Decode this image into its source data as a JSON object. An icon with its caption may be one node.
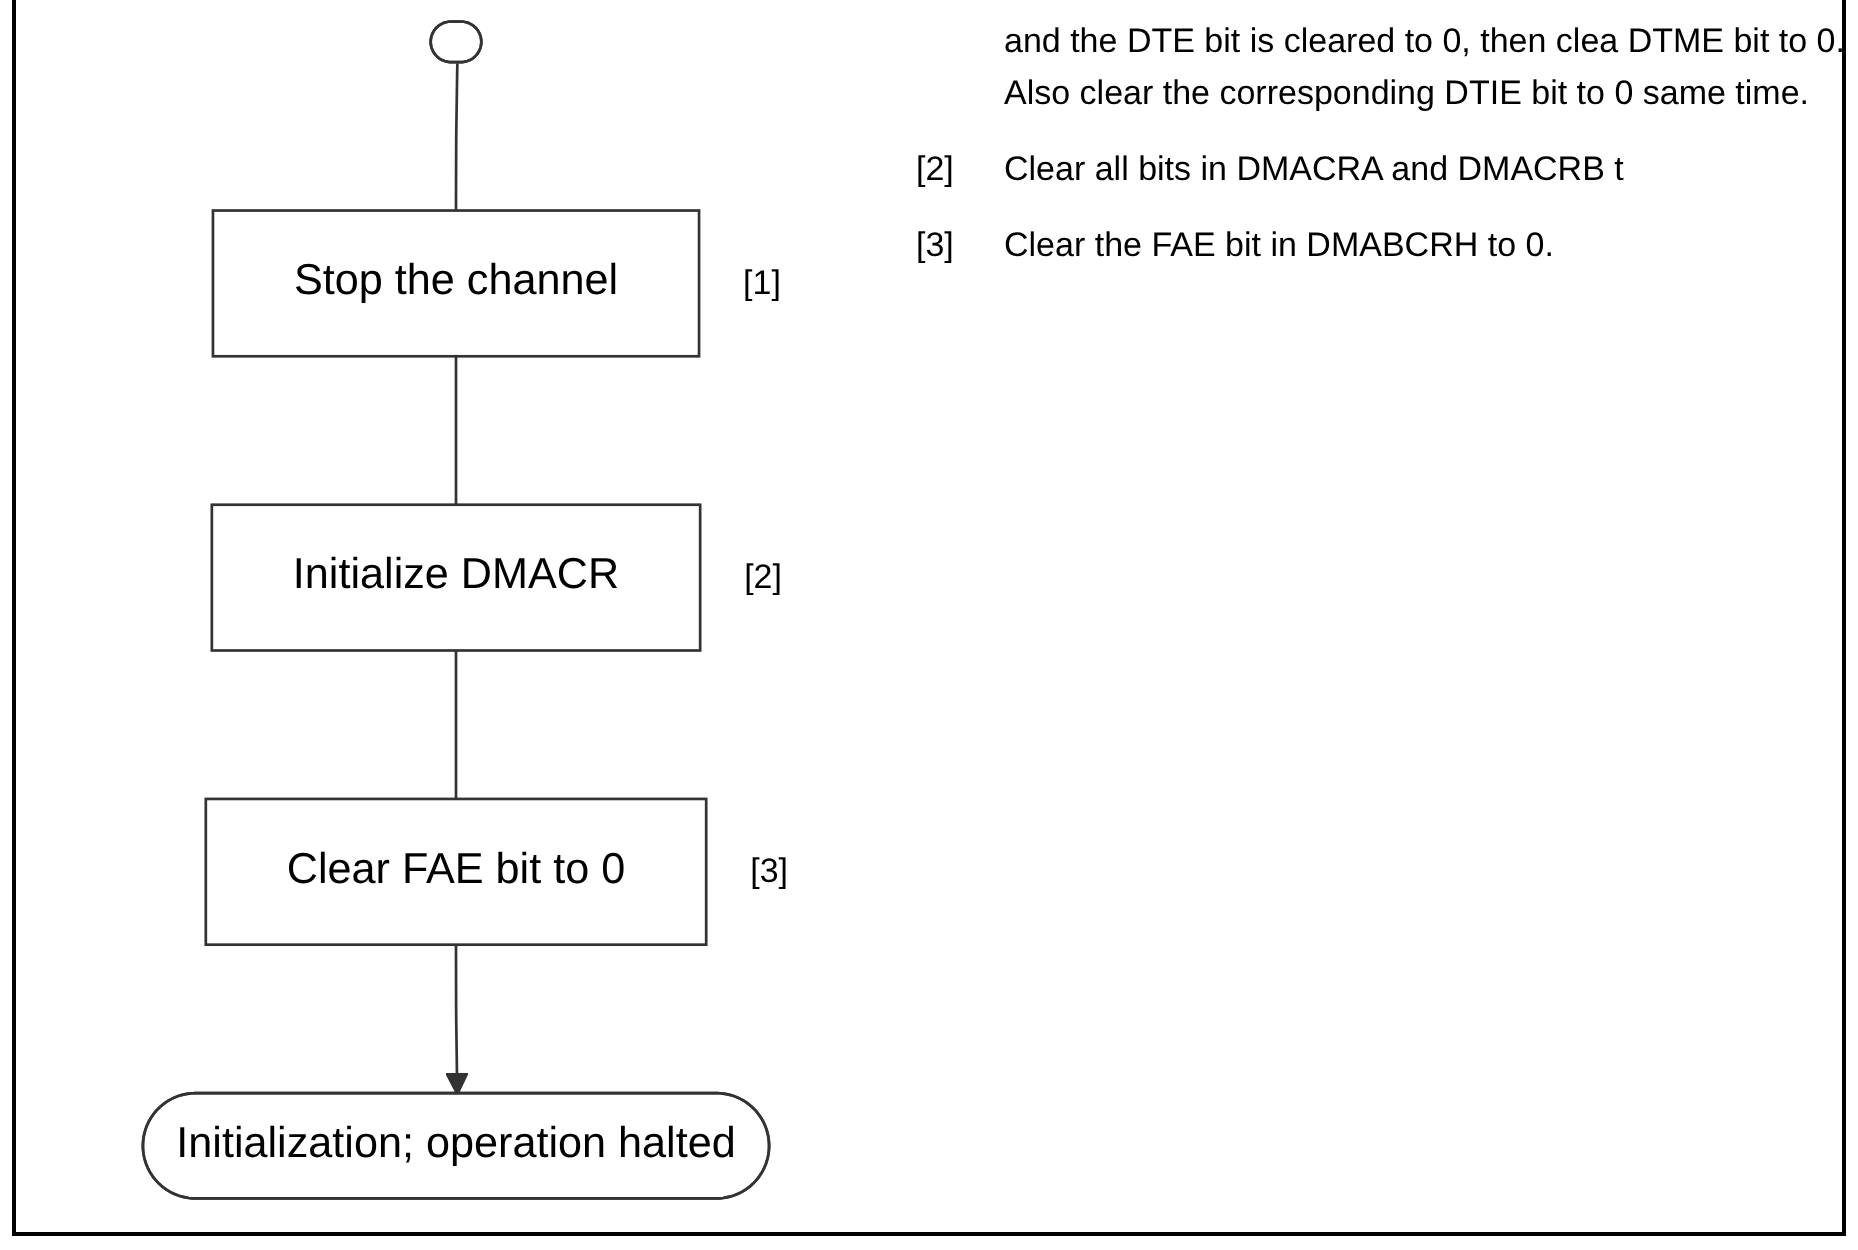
{
  "diagram": {
    "nodes": [
      {
        "text": [],
        "shape": "stadium"
      },
      {
        "text": [
          "Stop the channel"
        ],
        "beside": [
          "[1]"
        ]
      },
      {
        "text": [
          "Initialize DMACR"
        ],
        "beside": [
          "[2]"
        ]
      },
      {
        "text": [
          "Clear FAE bit to 0"
        ],
        "beside": [
          "[3]"
        ]
      },
      {
        "text": [
          "Initialization; operation halted"
        ]
      }
    ],
    "edges": [
      {
        "from": 0,
        "to": 1,
        "arrow": "none"
      },
      {
        "from": 1,
        "to": 2,
        "arrow": "none"
      },
      {
        "from": 2,
        "to": 3,
        "arrow": "none"
      },
      {
        "from": 3,
        "to": 4,
        "arrow": "to"
      }
    ],
    "labels": [
      "and the DTE bit is cleared to 0, then clea DTME bit to 0.",
      "Also clear the corresponding DTIE bit to 0 same time.",
      "[2]",
      "Clear all bits in DMACRA and DMACRB t",
      "[3]",
      "Clear the FAE bit in DMABCRH to 0."
    ]
  }
}
